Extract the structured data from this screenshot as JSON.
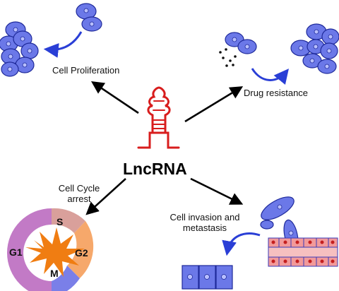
{
  "center": {
    "label": "LncRNA"
  },
  "outcomes": [
    {
      "id": "proliferation",
      "label": "Cell Proliferation"
    },
    {
      "id": "drug_resistance",
      "label": "Drug resistance"
    },
    {
      "id": "cell_cycle_arrest",
      "label_line1": "Cell Cycle",
      "label_line2": "arrest"
    },
    {
      "id": "invasion",
      "label_line1": "Cell invasion and",
      "label_line2": "metastasis"
    }
  ],
  "cell_cycle": {
    "phases": [
      {
        "name": "S",
        "color": "#d9a09b"
      },
      {
        "name": "G2",
        "color": "#f6a86b"
      },
      {
        "name": "M",
        "color": "#7a7fe8"
      },
      {
        "name": "G1",
        "color": "#c27ac6"
      }
    ],
    "burst_color": "#f07d12"
  },
  "colors": {
    "cell_fill": "#6b78e8",
    "cell_stroke": "#1f2a9a",
    "nucleus": "#9fa8ff",
    "rna": "#d81d1d",
    "arrow": "#000000",
    "curved_arrow": "#2a3fd6",
    "vessel_fill": "#f29a9a",
    "vessel_stroke": "#3b3bb8",
    "blood_cell": "#c41f1f"
  }
}
